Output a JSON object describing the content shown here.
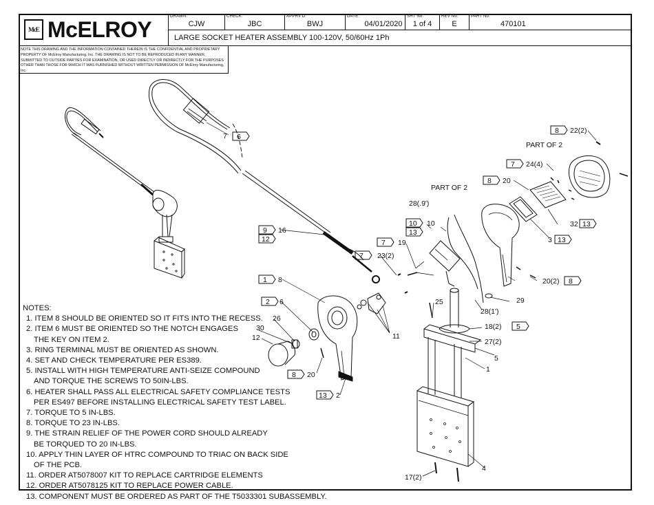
{
  "title_block": {
    "logo_mark": "McE",
    "logo_text": "McELROY",
    "drawn_label": "DRAWN:",
    "drawn": "CJW",
    "check_label": "CHECK:",
    "check": "JBC",
    "apprvd_label": "APPRV'D:",
    "apprvd": "BWJ",
    "date_label": "DATE:",
    "date": "04/01/2020",
    "sht_label": "SHT No:",
    "sht": "1 of 4",
    "rev_label": "REV No:",
    "rev": "E",
    "part_label": "PART No:",
    "part": "470101",
    "title": "LARGE SOCKET HEATER ASSEMBLY 100-120V, 50/60Hz 1Ph"
  },
  "confidential_note": "NOTE THIS DRAWING AND THE INFORMATION CONTAINED THEREIN IS THE CONFIDENTIAL AND PROPRIETARY PROPERTY OF McElroy Manufacturing, Inc. THE DRAWING IS NOT TO BE REPRODUCED IN ANY MANNER, SUBMITTED TO OUTSIDE PARTIES FOR EXAMINATION, OR USED DIRECTLY OR INDIRECTLY FOR THE PURPOSES OTHER THAN THOSE FOR WHICH IT WAS FURNISHED WITHOUT WRITTEN PERMISSION OF McElroy Manufacturing, Inc.",
  "notes": {
    "heading": "NOTES:",
    "items": [
      {
        "n": "1.",
        "lines": [
          "ITEM 8 SHOULD BE ORIENTED SO IT FITS INTO THE RECESS."
        ]
      },
      {
        "n": "2.",
        "lines": [
          "ITEM 6 MUST BE ORIENTED SO THE NOTCH ENGAGES",
          "THE KEY ON ITEM 2."
        ]
      },
      {
        "n": "3.",
        "lines": [
          "RING TERMINAL MUST BE ORIENTED AS SHOWN."
        ]
      },
      {
        "n": "4.",
        "lines": [
          "SET AND CHECK TEMPERATURE PER ES389."
        ]
      },
      {
        "n": "5.",
        "lines": [
          "INSTALL WITH HIGH TEMPERATURE ANTI-SEIZE COMPOUND",
          "AND TORQUE THE SCREWS  TO 50IN-LBS."
        ]
      },
      {
        "n": "6.",
        "lines": [
          "HEATER SHALL PASS ALL ELECTRICAL SAFETY COMPLIANCE TESTS",
          "PER ES497 BEFORE INSTALLING ELECTRICAL SAFETY TEST LABEL."
        ]
      },
      {
        "n": "7.",
        "lines": [
          "TORQUE TO 5 IN-LBS."
        ]
      },
      {
        "n": "8.",
        "lines": [
          "TORQUE TO 23 IN-LBS."
        ]
      },
      {
        "n": "9.",
        "lines": [
          "THE STRAIN RELIEF OF THE POWER CORD SHOULD ALREADY",
          "BE TORQUED TO 20 IN-LBS."
        ]
      },
      {
        "n": "10.",
        "lines": [
          "APPLY THIN LAYER OF HTRC COMPOUND TO TRIAC ON BACK SIDE",
          "OF THE PCB."
        ]
      },
      {
        "n": "11.",
        "lines": [
          "ORDER AT5078007 KIT TO REPLACE CARTRIDGE ELEMENTS"
        ]
      },
      {
        "n": "12.",
        "lines": [
          "ORDER AT5078125 KIT TO REPLACE POWER CABLE."
        ]
      },
      {
        "n": "13.",
        "lines": [
          "COMPONENT MUST BE ORDERED AS PART OF THE T5033301 SUBASSEMBLY."
        ]
      }
    ]
  },
  "callouts": {
    "c7a": "7",
    "flag6": "6",
    "flag8a": "8",
    "c22": "22(2)",
    "part_of_2a": "PART OF 2",
    "flag7a": "7",
    "c24": "24(4)",
    "part_of_2b": "PART OF 2",
    "flag8b": "8",
    "c20a": "20",
    "c28a": "28(.9')",
    "flag10": "10",
    "c10": "10",
    "flag13a": "13",
    "c32": "32",
    "flag13b": "13",
    "c3": "3",
    "flag13c": "13",
    "flag9": "9",
    "c16": "16",
    "flag12": "12",
    "flag7b": "7",
    "c19": "19",
    "flag7c": "7",
    "c23": "23(2)",
    "c20b": "20(2)",
    "flag8c": "8",
    "flag1": "1",
    "c8": "8",
    "c29": "29",
    "c28b": "28(1')",
    "flag2": "2",
    "c6": "6",
    "c25": "25",
    "c18": "18(2)",
    "flag5": "5",
    "c26": "26",
    "c30": "30",
    "c12": "12",
    "c11": "11",
    "c27": "27(2)",
    "c5": "5",
    "c1": "1",
    "flag8d": "8",
    "c20c": "20",
    "flag13d": "13",
    "c2": "2",
    "c4": "4",
    "c17": "17(2)"
  }
}
